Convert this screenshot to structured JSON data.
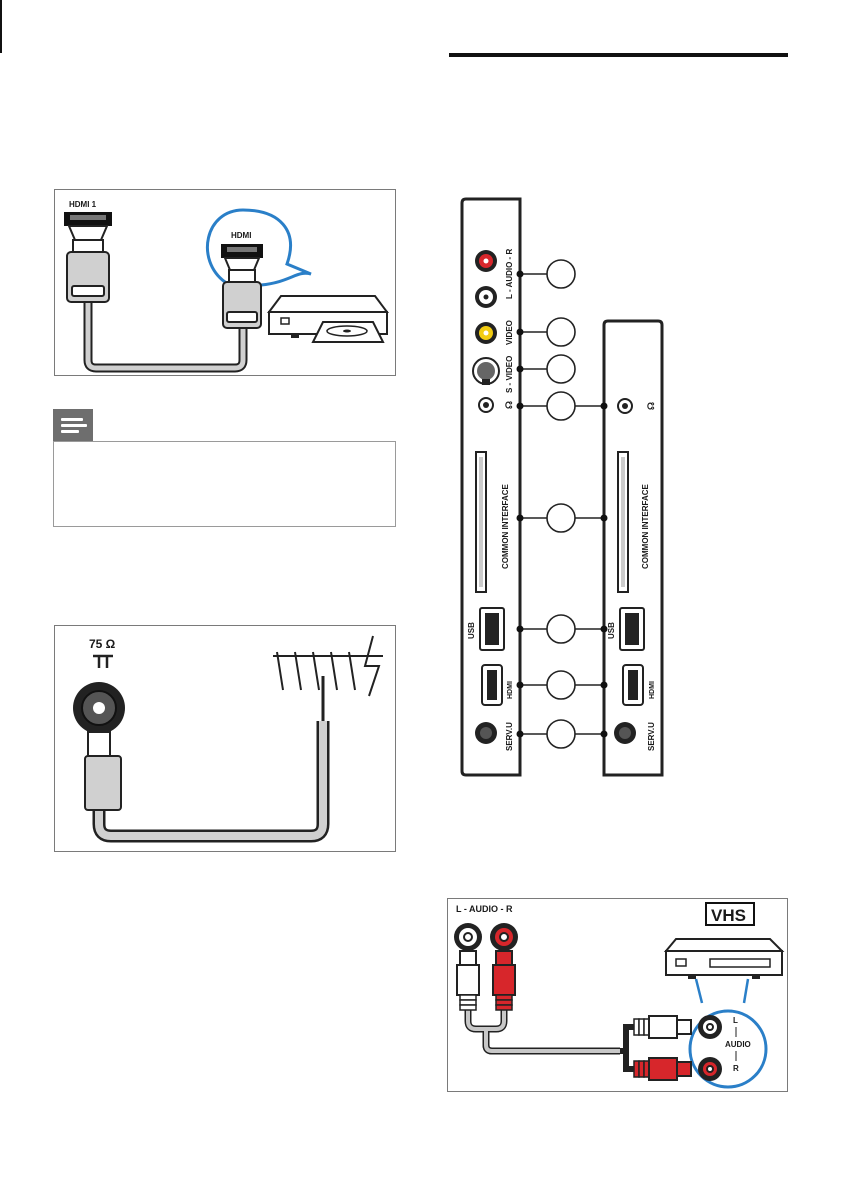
{
  "hdmi_figure": {
    "tv_port_label": "HDMI 1",
    "device_port_label": "HDMI"
  },
  "antenna_figure": {
    "impedance_label": "75 Ω"
  },
  "side_panels": {
    "left_panel": {
      "audio_label": "L - AUDIO - R",
      "video_label": "VIDEO",
      "svideo_label": "S - VIDEO",
      "headphone_label": "☊",
      "ci_label": "COMMON  INTERFACE",
      "usb_label": "USB",
      "hdmi_label": "HDMI",
      "service_label": "SERV.U"
    },
    "right_panel": {
      "headphone_label": "☊",
      "ci_label": "COMMON  INTERFACE",
      "usb_label": "USB",
      "hdmi_label": "HDMI",
      "service_label": "SERV.U"
    }
  },
  "vcr_figure": {
    "tv_audio_label": "L - AUDIO - R",
    "vhs_logo": "VHS",
    "device_l_label": "L",
    "device_audio_label": "AUDIO",
    "device_r_label": "R"
  },
  "colors": {
    "audio_red": "#d7262b",
    "video_yellow": "#f2cc12",
    "highlight_blue": "#2a7fc8",
    "line_dark": "#1a1a1a",
    "note_gray": "#6e6e6e"
  }
}
